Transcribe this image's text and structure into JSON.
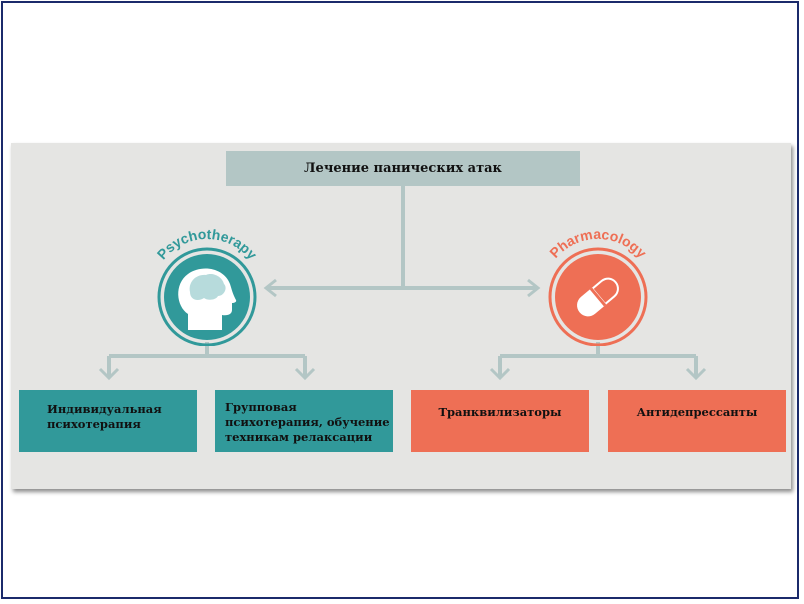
{
  "title": "Лечение панических атак",
  "psychotherapy": {
    "label": "Psychotherapy",
    "color": "#31999a",
    "icon": "head-brain-icon"
  },
  "pharmacology": {
    "label": "Pharmacology",
    "color": "#ee6f55",
    "icon": "pill-capsule-icon"
  },
  "boxes": [
    {
      "text": "Индивидуальная\nпсихотерапия"
    },
    {
      "text": "Групповая\nпсихотерапия, обучение\nтехникам релаксации"
    },
    {
      "text": "Транквилизаторы"
    },
    {
      "text": "Антидепрессанты"
    }
  ],
  "connector_color": "#b3c6c5"
}
